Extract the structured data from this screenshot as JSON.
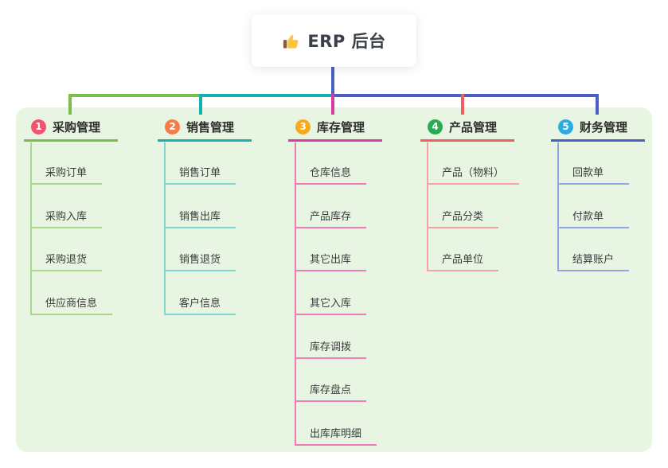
{
  "root": {
    "title": "ERP 后台",
    "icon": "thumbs-up-icon",
    "icon_colors": {
      "hand": "#f9c440",
      "cuff": "#8d5b2f"
    }
  },
  "canvas": {
    "background": "#ffffff",
    "panel_color": "#e8f5e3",
    "root_line_color": "#4a60c7"
  },
  "branches": [
    {
      "num": "1",
      "title": "采购管理",
      "badge_color": "#f4536e",
      "line_color": "#7cbe4b",
      "child_line_color": "#a9d88d",
      "children": [
        "采购订单",
        "采购入库",
        "采购退货",
        "供应商信息"
      ]
    },
    {
      "num": "2",
      "title": "销售管理",
      "badge_color": "#f57c45",
      "line_color": "#16b1ad",
      "child_line_color": "#7fd8d0",
      "children": [
        "销售订单",
        "销售出库",
        "销售退货",
        "客户信息"
      ]
    },
    {
      "num": "3",
      "title": "库存管理",
      "badge_color": "#fba919",
      "line_color": "#d43ca3",
      "child_line_color": "#f07bb8",
      "children": [
        "仓库信息",
        "产品库存",
        "其它出库",
        "其它入库",
        "库存调拨",
        "库存盘点",
        "出库库明细"
      ]
    },
    {
      "num": "4",
      "title": "产品管理",
      "badge_color": "#27ac52",
      "line_color": "#f15e5e",
      "child_line_color": "#f7a2a2",
      "children": [
        "产品（物料）",
        "产品分类",
        "产品单位"
      ]
    },
    {
      "num": "5",
      "title": "财务管理",
      "badge_color": "#28ace3",
      "line_color": "#4a60c7",
      "child_line_color": "#92a3e6",
      "children": [
        "回款单",
        "付款单",
        "结算账户"
      ]
    }
  ]
}
